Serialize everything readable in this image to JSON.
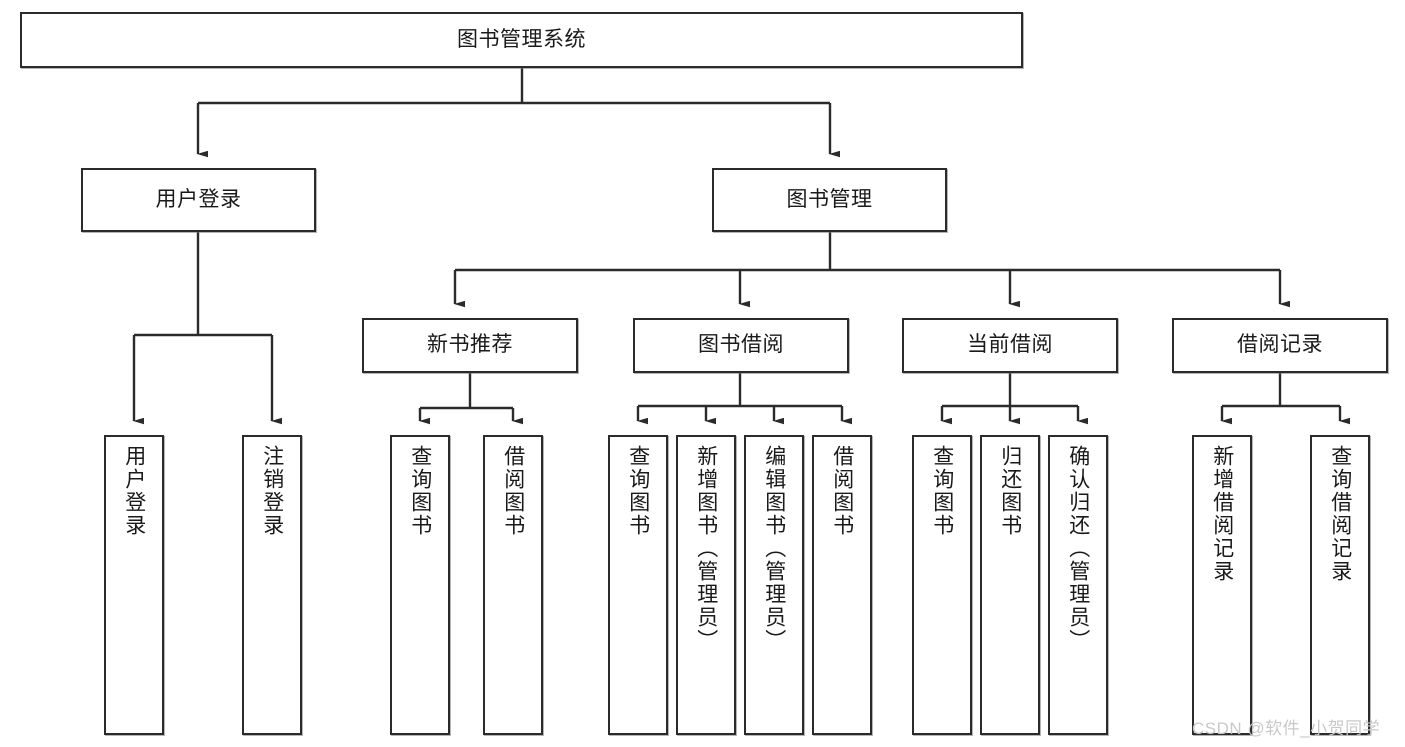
{
  "diagram": {
    "type": "tree",
    "title": "图书管理系统",
    "orientation": "top-down",
    "colors": {
      "node_border": "#2b2b2b",
      "node_fill": "#ffffff",
      "line": "#2b2b2b",
      "background": "#ffffff",
      "watermark": "#c9c9c9"
    },
    "levels": [
      {
        "level": 1,
        "nodes": [
          {
            "id": "root",
            "label": "图书管理系统",
            "orientation": "horizontal"
          }
        ]
      },
      {
        "level": 2,
        "nodes": [
          {
            "id": "login",
            "label": "用户登录",
            "orientation": "horizontal",
            "parent": "root"
          },
          {
            "id": "bookmgmt",
            "label": "图书管理",
            "orientation": "horizontal",
            "parent": "root"
          }
        ]
      },
      {
        "level": 3,
        "nodes": [
          {
            "id": "newbook",
            "label": "新书推荐",
            "orientation": "horizontal",
            "parent": "bookmgmt"
          },
          {
            "id": "borrow",
            "label": "图书借阅",
            "orientation": "horizontal",
            "parent": "bookmgmt"
          },
          {
            "id": "current",
            "label": "当前借阅",
            "orientation": "horizontal",
            "parent": "bookmgmt"
          },
          {
            "id": "records",
            "label": "借阅记录",
            "orientation": "horizontal",
            "parent": "bookmgmt"
          }
        ]
      },
      {
        "level": 4,
        "nodes": [
          {
            "id": "leaf1",
            "label": "用户登录",
            "orientation": "vertical",
            "parent": "login"
          },
          {
            "id": "leaf2",
            "label": "注销登录",
            "orientation": "vertical",
            "parent": "login"
          },
          {
            "id": "leaf3",
            "label": "查询图书",
            "orientation": "vertical",
            "parent": "newbook"
          },
          {
            "id": "leaf4",
            "label": "借阅图书",
            "orientation": "vertical",
            "parent": "newbook"
          },
          {
            "id": "leaf5",
            "label": "查询图书",
            "orientation": "vertical",
            "parent": "borrow"
          },
          {
            "id": "leaf6",
            "label": "新增图书（管理员）",
            "orientation": "vertical",
            "parent": "borrow"
          },
          {
            "id": "leaf7",
            "label": "编辑图书（管理员）",
            "orientation": "vertical",
            "parent": "borrow"
          },
          {
            "id": "leaf8",
            "label": "借阅图书",
            "orientation": "vertical",
            "parent": "borrow"
          },
          {
            "id": "leaf9",
            "label": "查询图书",
            "orientation": "vertical",
            "parent": "current"
          },
          {
            "id": "leaf10",
            "label": "归还图书",
            "orientation": "vertical",
            "parent": "current"
          },
          {
            "id": "leaf11",
            "label": "确认归还（管理员）",
            "orientation": "vertical",
            "parent": "current"
          },
          {
            "id": "leaf12",
            "label": "新增借阅记录",
            "orientation": "vertical",
            "parent": "records"
          },
          {
            "id": "leaf13",
            "label": "查询借阅记录",
            "orientation": "vertical",
            "parent": "records"
          }
        ]
      }
    ]
  },
  "watermark": {
    "text": "CSDN @软件_小贺同学"
  }
}
